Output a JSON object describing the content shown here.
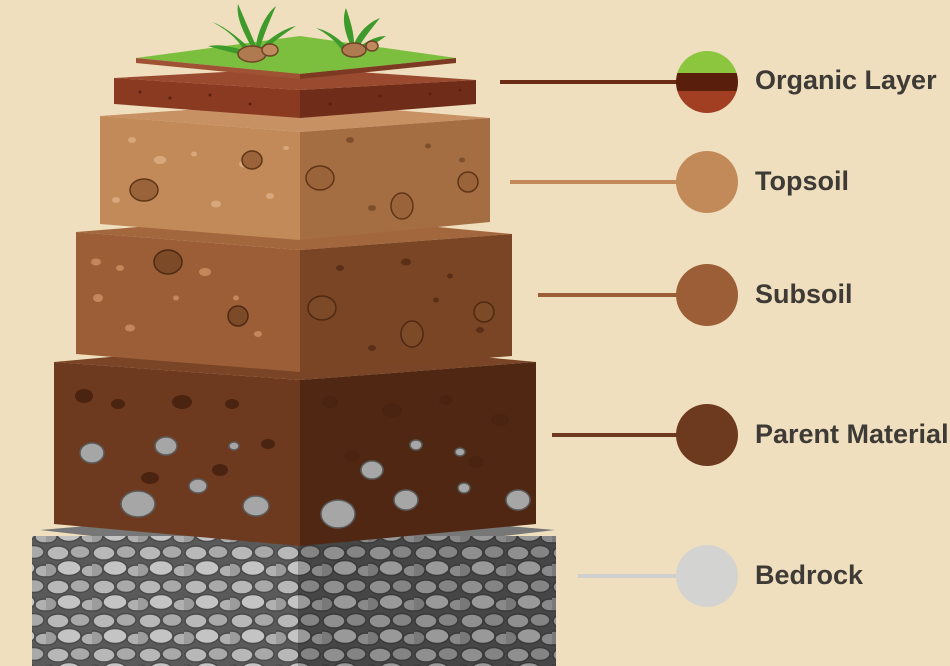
{
  "layers": [
    {
      "id": "organic",
      "label": "Organic Layer",
      "color": "#8b3a22"
    },
    {
      "id": "topsoil",
      "label": "Topsoil",
      "color": "#c28a59"
    },
    {
      "id": "subsoil",
      "label": "Subsoil",
      "color": "#9c5e37"
    },
    {
      "id": "parent",
      "label": "Parent Material",
      "color": "#6e3a1f"
    },
    {
      "id": "bedrock",
      "label": "Bedrock",
      "color": "#d3d3d1"
    }
  ]
}
